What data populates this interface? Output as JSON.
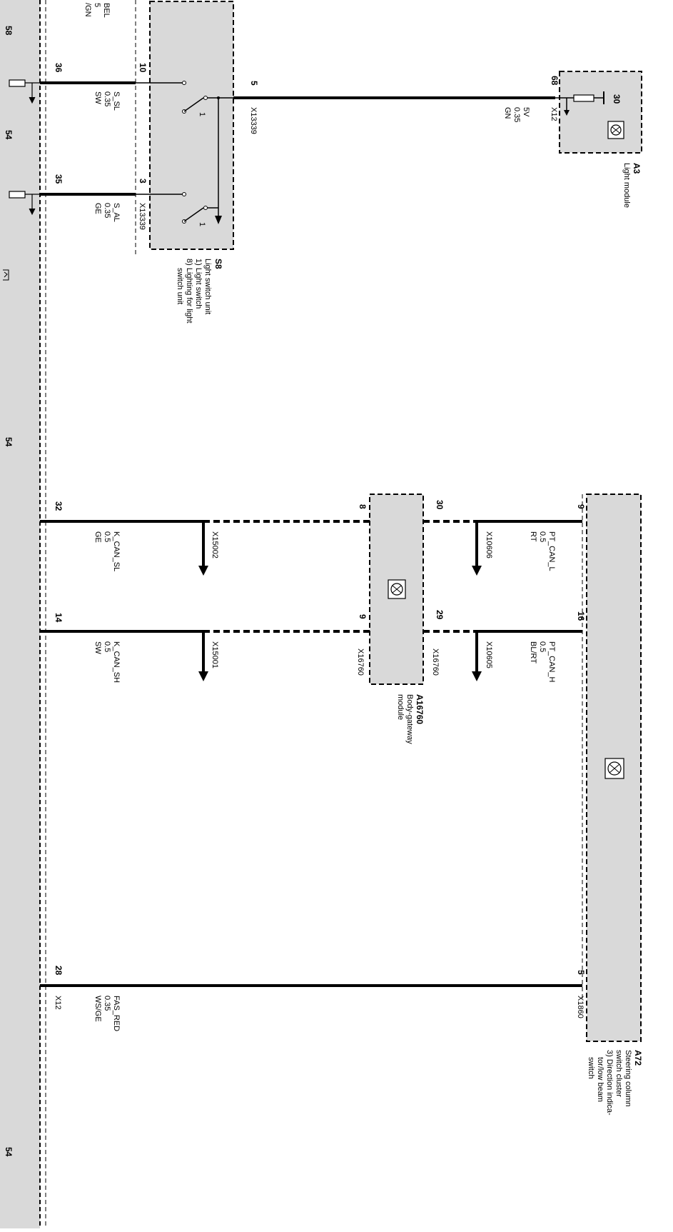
{
  "left_module": {
    "section_numbers": [
      "58",
      "54",
      "54",
      "54"
    ],
    "top_labels": [
      "BEL",
      "5",
      "/GN"
    ]
  },
  "wires": {
    "w36": {
      "pin_left": "36",
      "pin_right": "10",
      "signal": "S_SL",
      "size": "0.35",
      "color": "SW"
    },
    "w35": {
      "pin_left": "35",
      "pin_right": "3",
      "signal": "S_AL",
      "size": "0.35",
      "color": "GE",
      "connector": "X13339"
    },
    "w32": {
      "pin_left": "32",
      "pin_right": "8",
      "signal": "K_CAN_SL",
      "size": "0.5",
      "color": "GE",
      "splice": "X15002"
    },
    "w14": {
      "pin_left": "14",
      "pin_right": "9",
      "signal": "K_CAN_SH",
      "size": "0.5",
      "color": "SW",
      "splice": "X15001"
    },
    "w28": {
      "pin_left": "28",
      "pin_right": "5",
      "signal": "FAS_RED",
      "size": "0.35",
      "color": "WS/GE",
      "connector_left": "X12",
      "connector_right": "X1860"
    },
    "wS8A3": {
      "pin_left": "5",
      "pin_right": "68",
      "connector_left": "X13339",
      "connector_right": "X12",
      "signal": "5V",
      "size": "0.35",
      "color": "GN"
    },
    "wPTL": {
      "pin_left": "30",
      "pin_right": "9",
      "signal": "PT_CAN_L",
      "size": "0.5",
      "color": "RT",
      "splice": "X10606"
    },
    "wPTH": {
      "pin_left": "29",
      "pin_right": "16",
      "signal": "PT_CAN_H",
      "size": "0.5",
      "color": "BL/RT",
      "splice": "X10605",
      "connector": "X16760"
    }
  },
  "s8": {
    "id": "S8",
    "lines": [
      "Light switch unit",
      "1) Light switch",
      "8) Lighting for light",
      "switch unit"
    ],
    "switch_no_1": "1",
    "switch_no_2": "1"
  },
  "a3": {
    "id": "A3",
    "name": "Light module",
    "pin_30": "30"
  },
  "gateway": {
    "id": "A16760",
    "lines": [
      "Body-gateway",
      "module"
    ],
    "connector_left": "X16760",
    "connector_right": "X16760"
  },
  "a72": {
    "id": "A72",
    "lines": [
      "Steering column",
      "switch cluster",
      "3) Direction indica-",
      "tor/low beam",
      "switch"
    ]
  },
  "colors": {
    "module_fill": "#d9d9d9",
    "wire": "#000000"
  }
}
